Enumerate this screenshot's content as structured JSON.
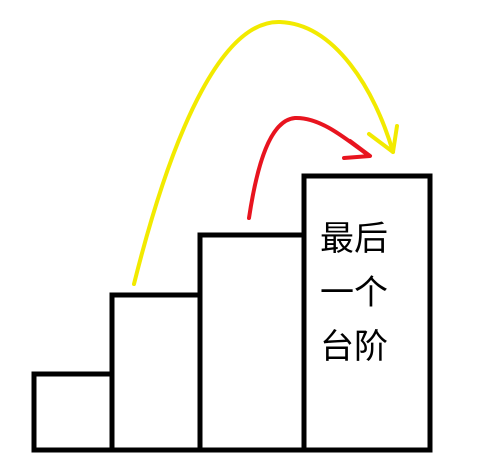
{
  "stairs": [
    {
      "id": "step-1",
      "is_last": false
    },
    {
      "id": "step-2",
      "is_last": false
    },
    {
      "id": "step-3",
      "is_last": false
    },
    {
      "id": "step-4",
      "is_last": true
    }
  ],
  "last_step_label": {
    "line1": "最后",
    "line2": "一个",
    "line3": "台阶"
  },
  "arrows": [
    {
      "id": "long-jump-arrow",
      "color": "#f2ea00"
    },
    {
      "id": "short-jump-arrow",
      "color": "#e8141f"
    }
  ],
  "colors": {
    "outline": "#000000",
    "background": "#ffffff"
  }
}
